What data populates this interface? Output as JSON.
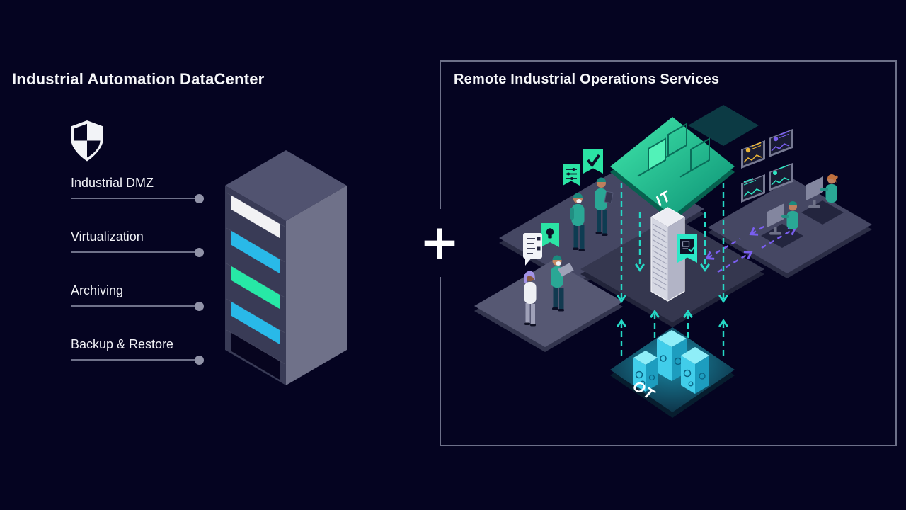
{
  "page": {
    "type": "infographic-slide",
    "background_color": "#050421"
  },
  "left_panel": {
    "title": "Industrial Automation DataCenter",
    "shield_icon": "checkered-security-shield",
    "features": [
      {
        "label": "Industrial DMZ"
      },
      {
        "label": "Virtualization"
      },
      {
        "label": "Archiving"
      },
      {
        "label": "Backup & Restore"
      }
    ],
    "illustration": "isometric-server-rack",
    "rack_slot_colors": [
      "#f2f2f4",
      "#29b9e8",
      "#27e8a6",
      "#29b9e8"
    ]
  },
  "connector": {
    "plus_sign": "+"
  },
  "right_panel": {
    "title": "Remote Industrial Operations Services",
    "it_platform_label": "IT",
    "ot_platform_label": "OT",
    "illustration": "isometric-remote-operations-scene"
  },
  "colors": {
    "background": "#050421",
    "panel_border": "#6d7089",
    "accent_teal": "#25d9c6",
    "accent_green": "#2be3a4",
    "accent_cyan": "#29b9e8",
    "accent_purple": "#7a5ff0",
    "accent_yellow": "#ecb537",
    "platform_grey": "#454763",
    "text_white": "#f6f7f9"
  }
}
